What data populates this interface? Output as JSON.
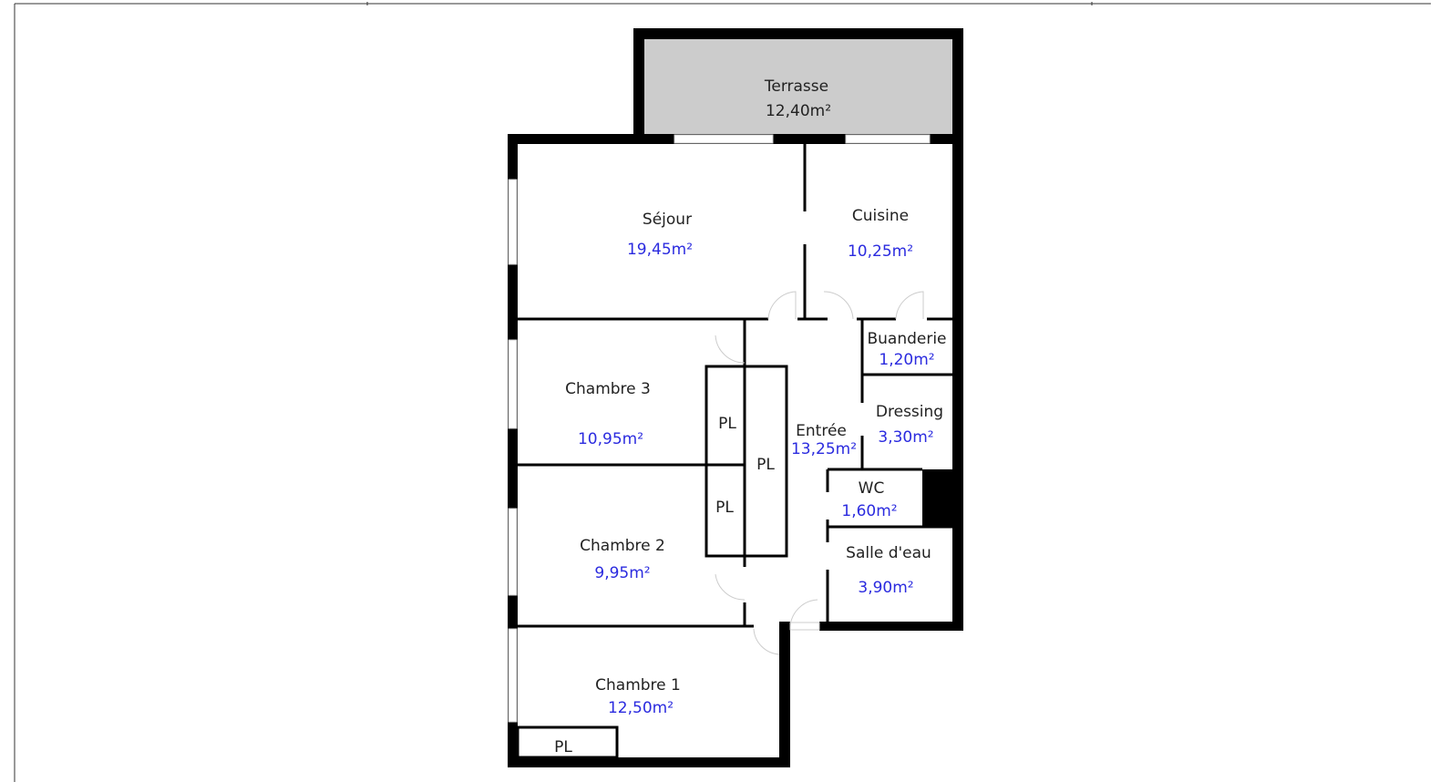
{
  "plan": {
    "rooms": {
      "terrasse": {
        "name": "Terrasse",
        "area": "12,40m²"
      },
      "sejour": {
        "name": "Séjour",
        "area": "19,45m²"
      },
      "cuisine": {
        "name": "Cuisine",
        "area": "10,25m²"
      },
      "buanderie": {
        "name": "Buanderie",
        "area": "1,20m²"
      },
      "chambre3": {
        "name": "Chambre 3",
        "area": "10,95m²"
      },
      "entree": {
        "name": "Entrée",
        "area": "13,25m²"
      },
      "dressing": {
        "name": "Dressing",
        "area": "3,30m²"
      },
      "wc": {
        "name": "WC",
        "area": "1,60m²"
      },
      "salle_eau": {
        "name": "Salle d'eau",
        "area": "3,90m²"
      },
      "chambre2": {
        "name": "Chambre 2",
        "area": "9,95m²"
      },
      "chambre1": {
        "name": "Chambre 1",
        "area": "12,50m²"
      }
    },
    "closets": [
      "PL",
      "PL",
      "PL",
      "PL"
    ],
    "colors": {
      "area_text": "#2b2bdf",
      "terrace_fill": "#cccccc",
      "wall": "#000000"
    }
  }
}
